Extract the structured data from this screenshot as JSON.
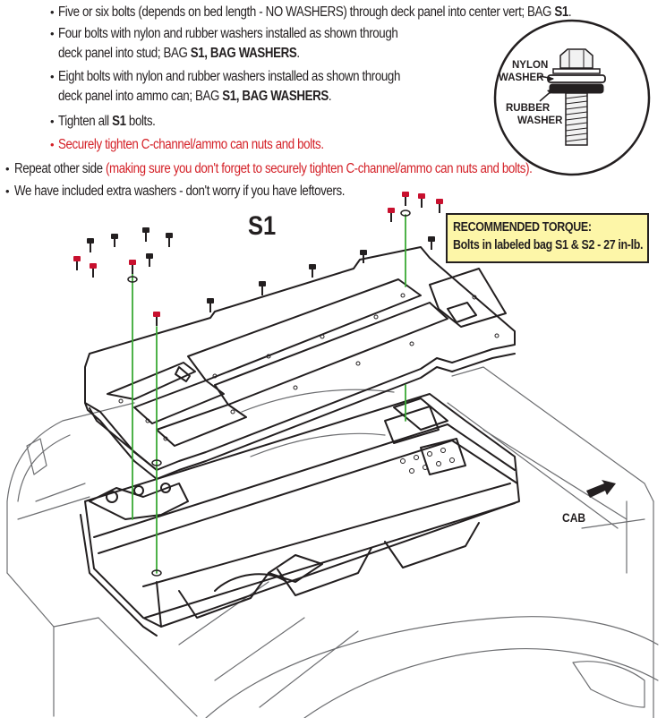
{
  "instructions": {
    "line1": {
      "pre": "Five or six bolts (depends on bed length - NO WASHERS) through deck panel into center vert; BAG ",
      "bag": "S1",
      "post": "."
    },
    "line2a": "Four bolts with nylon and rubber washers installed as shown through",
    "line2b": {
      "pre": "deck panel into stud; BAG ",
      "bag": "S1, BAG WASHERS",
      "post": "."
    },
    "line3a": "Eight bolts with nylon and rubber washers installed as shown through",
    "line3b": {
      "pre": "deck panel into ammo can; BAG ",
      "bag": "S1, BAG WASHERS",
      "post": "."
    },
    "line4": {
      "pre": "Tighten all ",
      "bag": "S1",
      "post": " bolts."
    },
    "line5": "Securely tighten C-channel/ammo can nuts and bolts.",
    "line6": {
      "pre": "Repeat other side ",
      "red": "(making sure you don't forget to securely tighten C-channel/ammo can nuts and bolts)."
    },
    "line7": "We have included extra washers - don't worry if you have leftovers."
  },
  "bullet_char": "•",
  "washer_callout": {
    "nylon_label_line1": "NYLON",
    "nylon_label_line2": "WASHER",
    "rubber_label_line1": "RUBBER",
    "rubber_label_line2": "WASHER"
  },
  "diagram_label": "S1",
  "torque_box": {
    "title": "RECOMMENDED TORQUE:",
    "value": "Bolts in labeled bag S1 & S2 - 27 in-lb."
  },
  "cab_label": "CAB",
  "colors": {
    "text": "#231f20",
    "warning_red": "#d42027",
    "torque_box_fill": "#fdf6a8",
    "guide_line_green": "#3aa935",
    "bolt_head_red": "#c8102e"
  }
}
